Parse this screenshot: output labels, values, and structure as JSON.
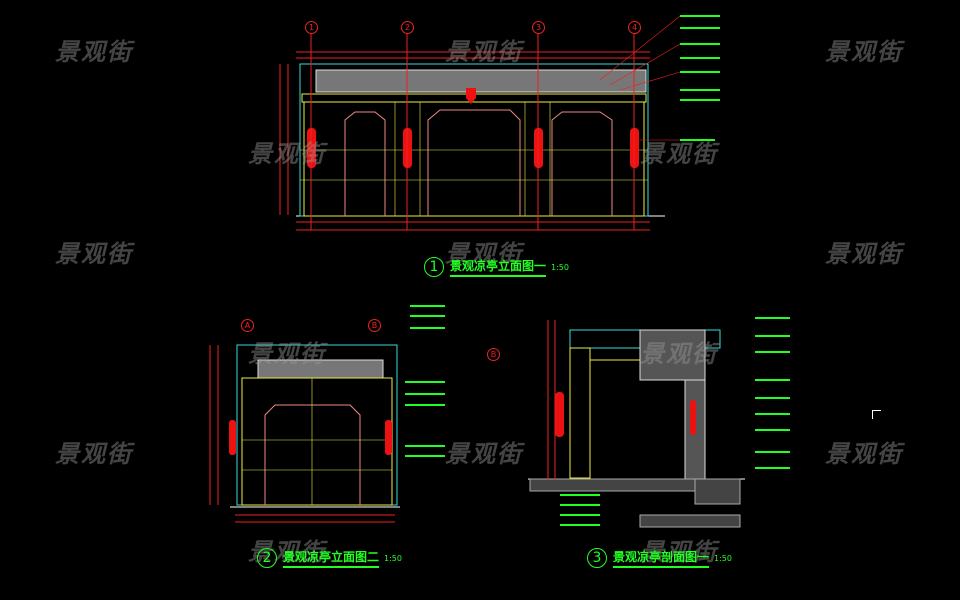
{
  "watermark": "景观街",
  "views": [
    {
      "number": "1",
      "title": "景观凉亭立面图一",
      "scale": "1:50"
    },
    {
      "number": "2",
      "title": "景观凉亭立面图二",
      "scale": "1:50"
    },
    {
      "number": "3",
      "title": "景观凉亭剖面图一",
      "scale": "1:50"
    }
  ],
  "grid_labels": {
    "elevation1": [
      "1",
      "2",
      "3",
      "4"
    ],
    "elevation2": [
      "A",
      "B"
    ],
    "section": [
      "B"
    ]
  },
  "colors": {
    "background": "#000000",
    "annotation": "#22ff22",
    "dimension": "#ee2222",
    "outline": "#ffff44",
    "cyan": "#33dddd",
    "fill": "#888888"
  }
}
